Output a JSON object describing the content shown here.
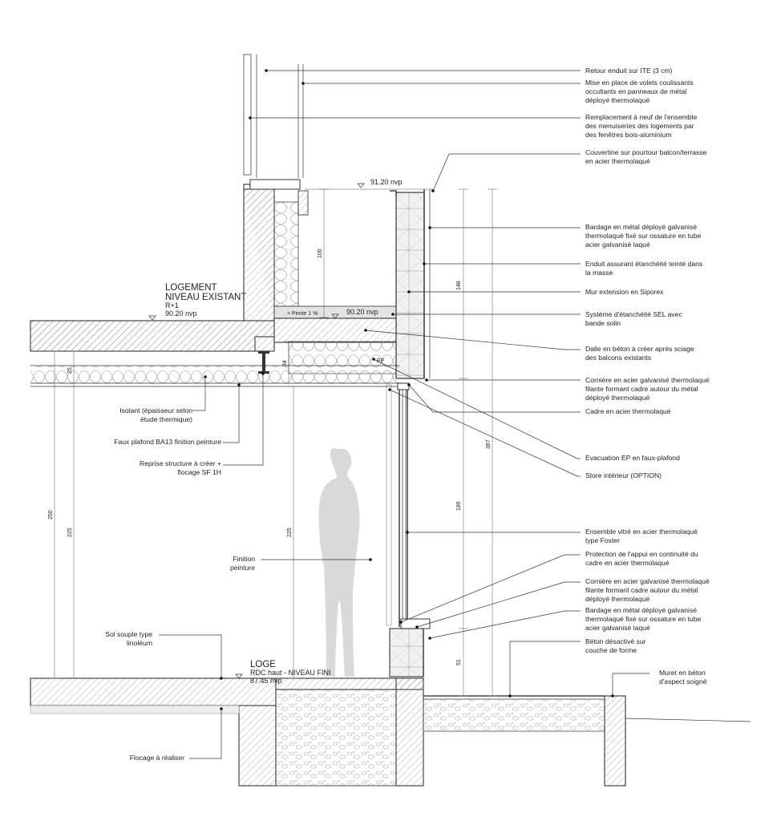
{
  "drawing": {
    "annotations_right": [
      {
        "id": "retour-enduit",
        "lines": [
          "Retour  enduit sur ITE (3 cm)"
        ]
      },
      {
        "id": "volets",
        "lines": [
          "Mise en place de volets coulissants",
          "occultants en panneaux de métal",
          "déployé thermolaqué"
        ]
      },
      {
        "id": "menuiseries",
        "lines": [
          "Remplacement à neuf de l'ensemble",
          "des menuiseries des logements par",
          "des fenêtres bois-aluminium"
        ]
      },
      {
        "id": "couvertine",
        "lines": [
          "Couvertine sur pourtour balcon/terrasse",
          "en acier thermolaqué"
        ]
      },
      {
        "id": "bardage-haut",
        "lines": [
          "Bardage en métal déployé galvanisé",
          "thermolaqué fixé sur ossature en tube",
          "acier galvanisé laqué"
        ]
      },
      {
        "id": "enduit",
        "lines": [
          "Enduit assurant étanchéité teinté dans",
          "la masse"
        ]
      },
      {
        "id": "mur-siporex",
        "lines": [
          "Mur extension en Siporex"
        ]
      },
      {
        "id": "etancheite",
        "lines": [
          "Système d'étanchéité  SEL avec",
          "bande solin"
        ]
      },
      {
        "id": "dalle",
        "lines": [
          "Dalle en béton à créer après sciage",
          "des balcons existants"
        ]
      },
      {
        "id": "corniere-haut",
        "lines": [
          "Cornière en acier galvanisé thermolaqué",
          "filante formant cadre autour du métal",
          "déployé thermolaqué"
        ]
      },
      {
        "id": "cadre",
        "lines": [
          "Cadre en acier thermolaqué"
        ]
      },
      {
        "id": "evacuation",
        "lines": [
          "Evacuation EP en faux-plafond"
        ]
      },
      {
        "id": "store",
        "lines": [
          "Store intérieur (OPTION)"
        ]
      },
      {
        "id": "ensemble-vitre",
        "lines": [
          "Ensemble vitré en acier thermolaqué",
          "type Foster"
        ]
      },
      {
        "id": "protection-appui",
        "lines": [
          "Protection de l'appui en continuité du",
          "cadre en  acier thermolaqué"
        ]
      },
      {
        "id": "corniere-bas",
        "lines": [
          "Cornière en acier galvanisé thermolaqué",
          "filante formant cadre autour du métal",
          "déployé thermolaqué"
        ]
      },
      {
        "id": "bardage-bas",
        "lines": [
          "Bardage en métal déployé galvanisé",
          "thermolaqué fixé sur ossature en tube",
          "acier galvanisé laqué"
        ]
      },
      {
        "id": "beton-desactive",
        "lines": [
          "Béton désactivé sur",
          "couche de forme"
        ]
      },
      {
        "id": "muret",
        "lines": [
          "Muret en béton",
          "d'aspect soigné"
        ]
      }
    ],
    "annotations_left": [
      {
        "id": "isolant",
        "lines": [
          "Isolant (épaisseur selon",
          "étude thermique)"
        ]
      },
      {
        "id": "faux-plafond",
        "lines": [
          "Faux plafond BA13 finition peinture"
        ]
      },
      {
        "id": "reprise-structure",
        "lines": [
          "Reprise structure à créer +",
          "flocage SF 1H"
        ]
      },
      {
        "id": "finition-peinture",
        "lines": [
          "Finition",
          "peinture"
        ]
      },
      {
        "id": "sol-souple",
        "lines": [
          "Sol souple type",
          "linoléum"
        ]
      },
      {
        "id": "flocage",
        "lines": [
          "Flocage à réaliser"
        ]
      }
    ],
    "levels": {
      "logement_l1": "LOGEMENT",
      "logement_l2": "NIVEAU EXISTANT",
      "logement_l3": "R+1",
      "logement_l4": "90.20 nvp",
      "top": "91.20 nvp",
      "terrace": "90.20 nvp",
      "loge_l1": "LOGE",
      "loge_l2": "RDC haut - NIVEAU FINI",
      "loge_l3": "87.45 nvp"
    },
    "small_labels": {
      "pente": "> Pente 1 %",
      "ep": "EP"
    },
    "dimensions": {
      "d100": "100",
      "d148": "148",
      "d387": "387",
      "d189": "189",
      "d51": "51",
      "d34": "34",
      "d250": "250",
      "d225_left": "225",
      "d25": "25",
      "d225_mid": "225"
    }
  }
}
